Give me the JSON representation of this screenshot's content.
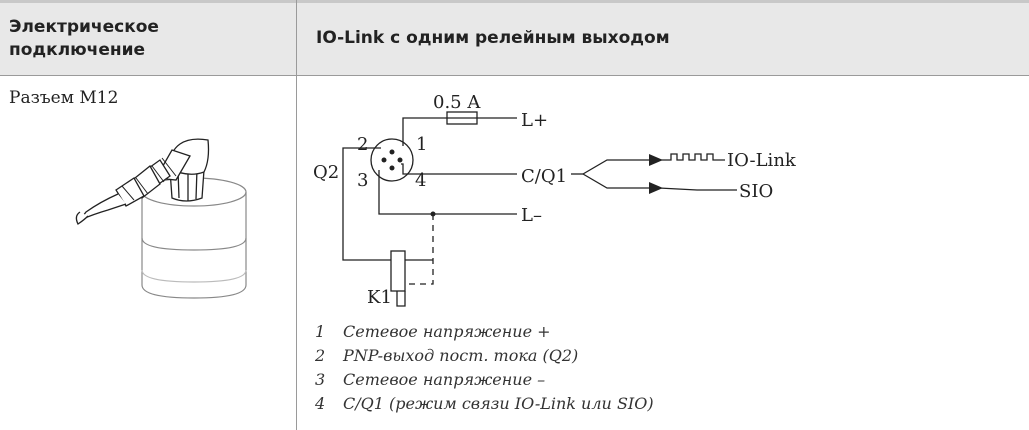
{
  "table": {
    "headers": [
      "Электрическое подключение",
      "IO-Link с одним релейным выходом"
    ],
    "connector_label": "Разъем M12"
  },
  "diagram": {
    "fuse_label": "0.5 A",
    "pin_labels": [
      "1",
      "2",
      "3",
      "4"
    ],
    "l_plus": "L+",
    "l_minus": "L–",
    "cq1": "C/Q1",
    "q2": "Q2",
    "k1": "K1",
    "io_link": "IO-Link",
    "sio": "SIO"
  },
  "legend": [
    {
      "num": "1",
      "text": "Сетевое напряжение +"
    },
    {
      "num": "2",
      "text": "PNP-выход пост. тока (Q2)"
    },
    {
      "num": "3",
      "text": "Сетевое напряжение –"
    },
    {
      "num": "4",
      "text": "C/Q1 (режим связи IO-Link или SIO)"
    }
  ]
}
